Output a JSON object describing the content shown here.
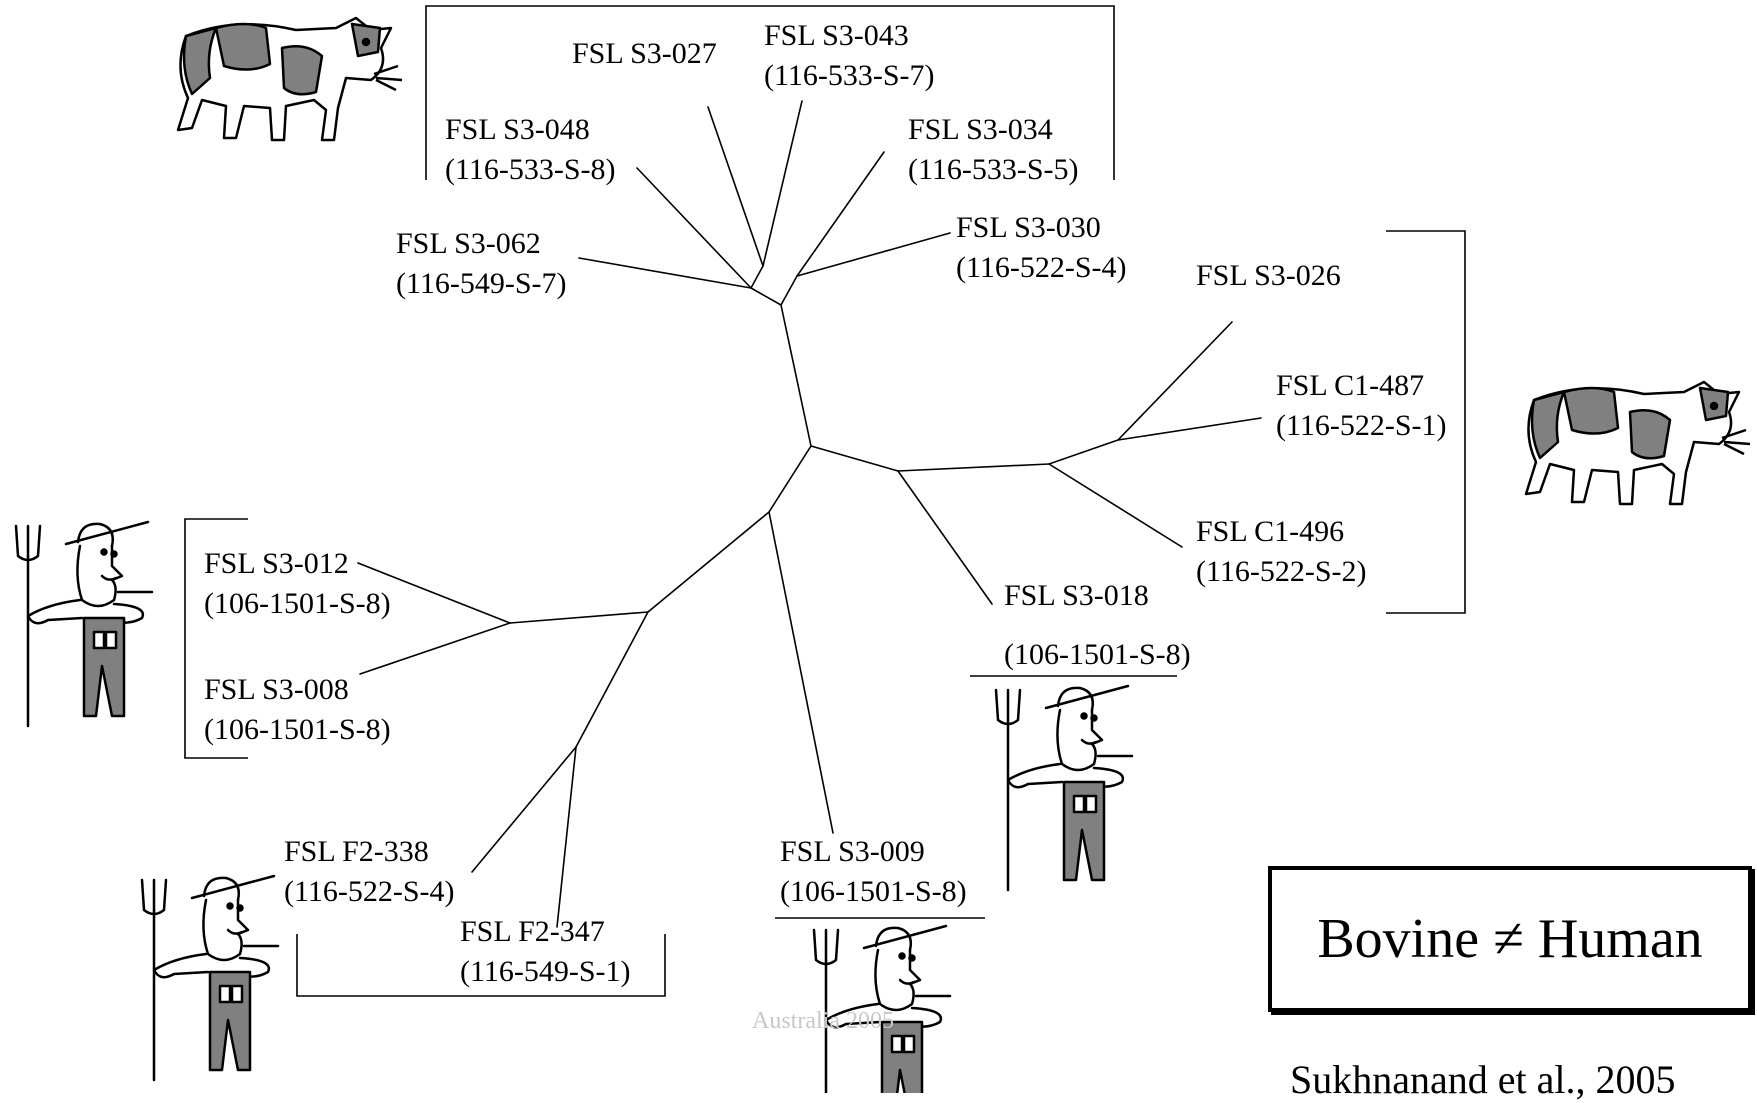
{
  "diagram": {
    "leaves": [
      {
        "id": "s3-027",
        "label": "FSL S3-027",
        "sub": ""
      },
      {
        "id": "s3-043",
        "label": "FSL S3-043",
        "sub": "(116-533-S-7)"
      },
      {
        "id": "s3-048",
        "label": "FSL S3-048",
        "sub": "(116-533-S-8)"
      },
      {
        "id": "s3-034",
        "label": "FSL S3-034",
        "sub": "(116-533-S-5)"
      },
      {
        "id": "s3-062",
        "label": "FSL S3-062",
        "sub": "(116-549-S-7)"
      },
      {
        "id": "s3-030",
        "label": "FSL S3-030",
        "sub": "(116-522-S-4)"
      },
      {
        "id": "s3-026",
        "label": "FSL S3-026",
        "sub": ""
      },
      {
        "id": "c1-487",
        "label": "FSL C1-487",
        "sub": "(116-522-S-1)"
      },
      {
        "id": "c1-496",
        "label": "FSL C1-496",
        "sub": "(116-522-S-2)"
      },
      {
        "id": "s3-018",
        "label": "FSL S3-018",
        "sub": "(106-1501-S-8)"
      },
      {
        "id": "s3-012",
        "label": "FSL S3-012",
        "sub": "(106-1501-S-8)"
      },
      {
        "id": "s3-008",
        "label": "FSL S3-008",
        "sub": "(106-1501-S-8)"
      },
      {
        "id": "f2-338",
        "label": "FSL F2-338",
        "sub": "(116-522-S-4)"
      },
      {
        "id": "f2-347",
        "label": "FSL F2-347",
        "sub": "(116-549-S-1)"
      },
      {
        "id": "s3-009",
        "label": "FSL S3-009",
        "sub": "(106-1501-S-8)"
      }
    ],
    "icons": [
      {
        "id": "cow-top-left",
        "kind": "cow-icon"
      },
      {
        "id": "cow-right",
        "kind": "cow-icon"
      },
      {
        "id": "farmer-left",
        "kind": "farmer-icon"
      },
      {
        "id": "farmer-bottom-left",
        "kind": "farmer-icon"
      },
      {
        "id": "farmer-bottom-center",
        "kind": "farmer-icon"
      },
      {
        "id": "farmer-right",
        "kind": "farmer-icon"
      }
    ],
    "conclusion": "Bovine ≠ Human",
    "citation": "Sukhnanand et al., 2005",
    "footer_mark": "Australia 2005",
    "colors": {
      "line": "#000000",
      "icon_fill": "#808080",
      "footer": "#c8c8c8"
    }
  }
}
